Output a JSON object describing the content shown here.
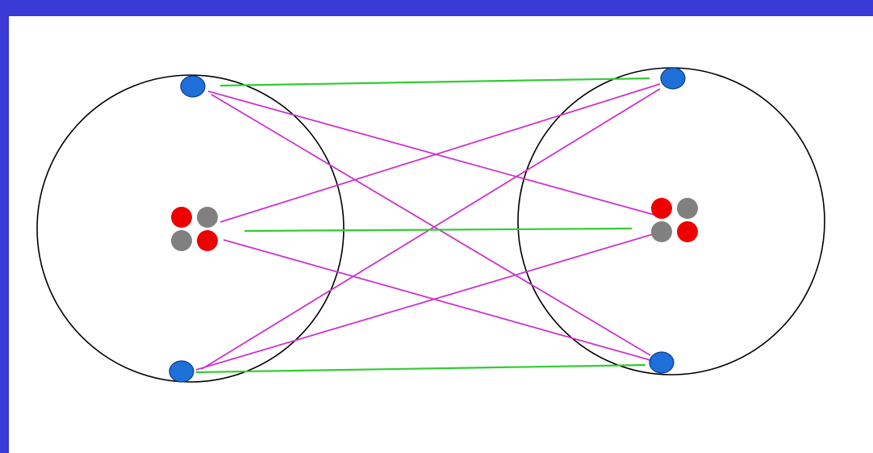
{
  "colors": {
    "frame": "#3a3ad6",
    "background": "#ffffff",
    "circle_outline": "#000000",
    "electron": "#1f6fd8",
    "electron_outline": "#0a3f8a",
    "proton": "#ee0000",
    "neutron": "#808080",
    "attraction_line": "#cc33cc",
    "repulsion_line": "#33cc33"
  },
  "diagram": {
    "type": "two-atom electrostatic interaction",
    "atoms": [
      {
        "name": "left-atom",
        "electrons": 2,
        "nucleus": {
          "protons": 2,
          "neutrons": 2
        }
      },
      {
        "name": "right-atom",
        "electrons": 2,
        "nucleus": {
          "protons": 2,
          "neutrons": 2
        }
      }
    ],
    "interactions": {
      "attraction_lines": 6,
      "repulsion_lines": 3
    }
  }
}
